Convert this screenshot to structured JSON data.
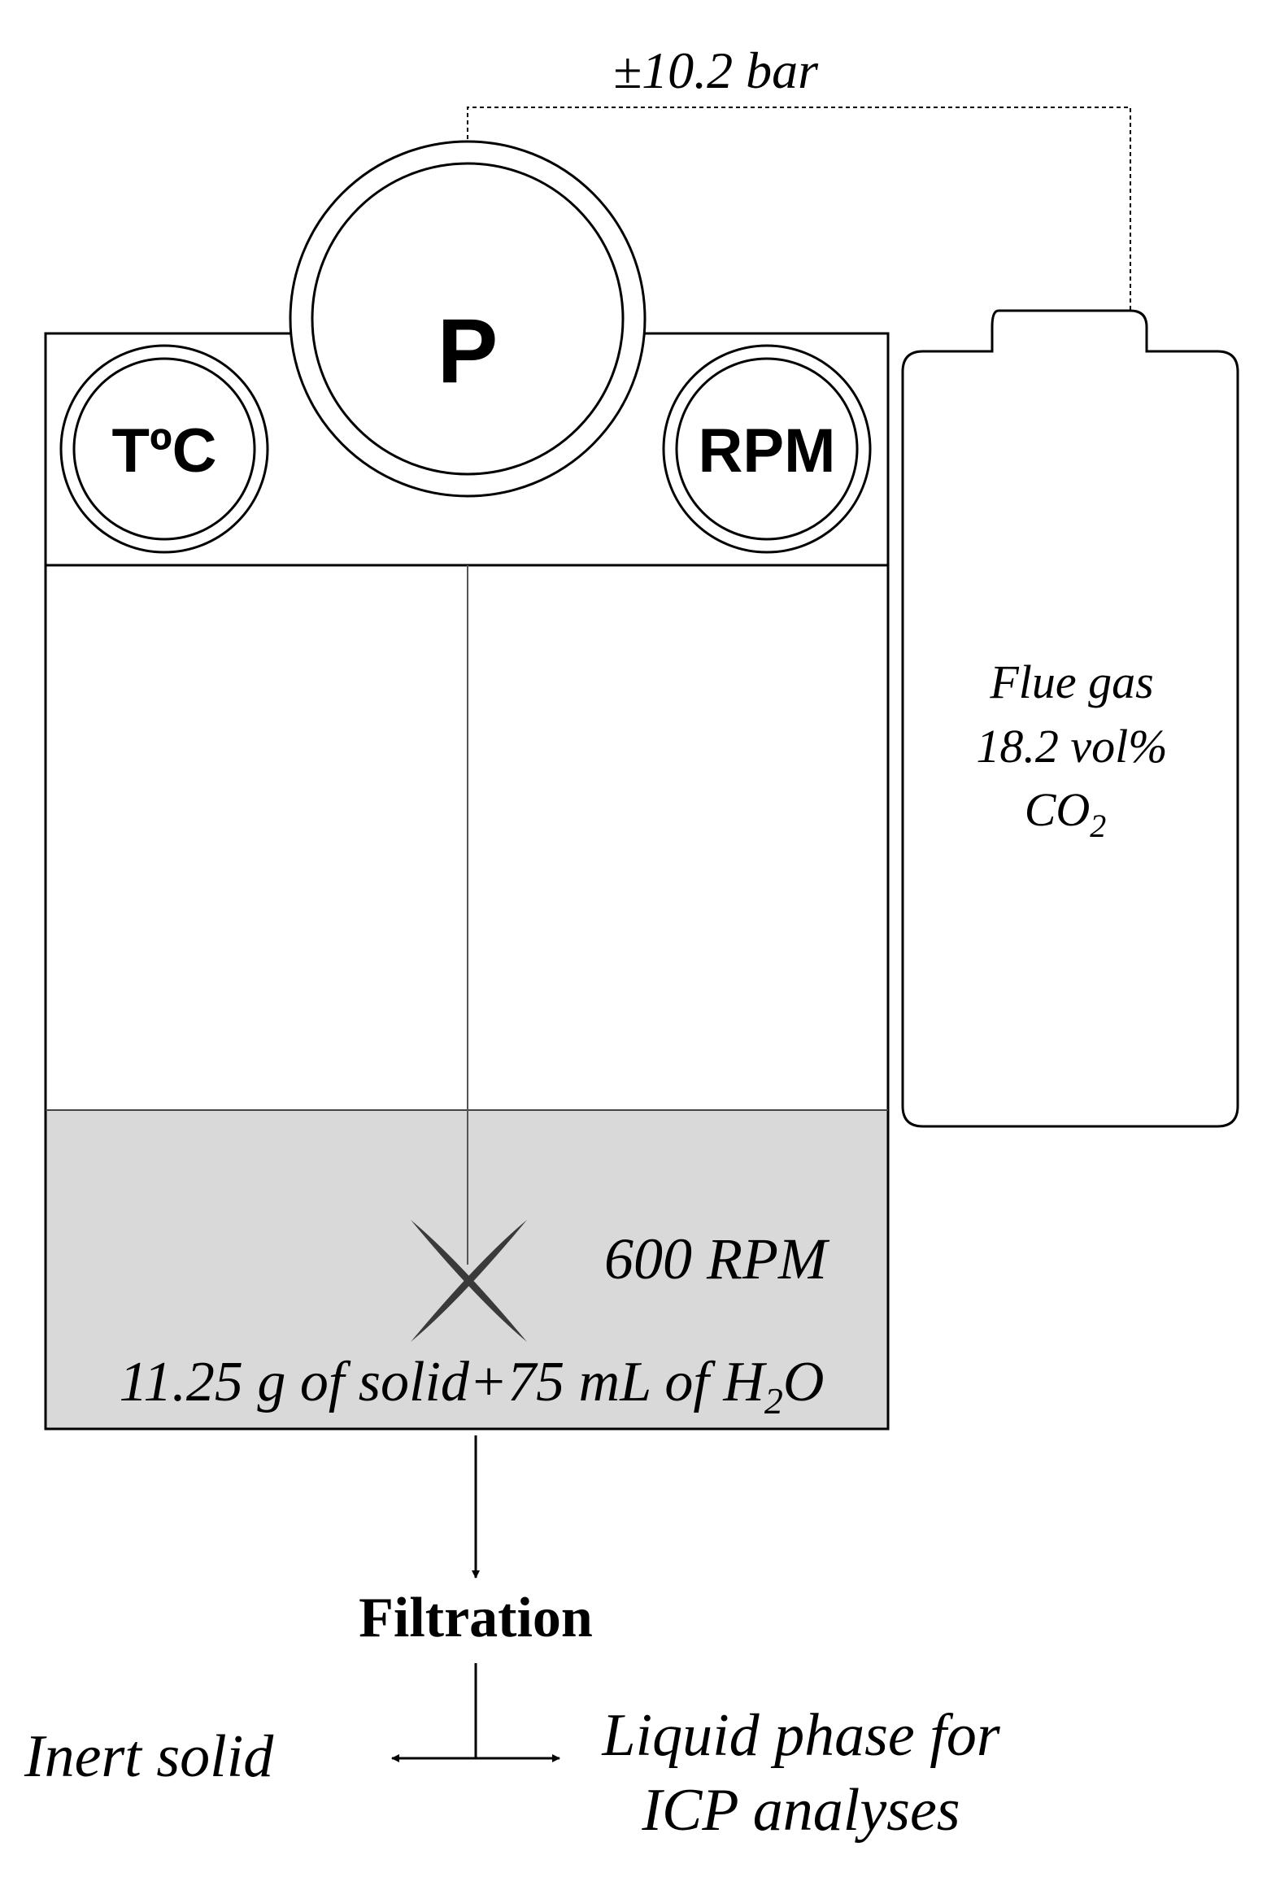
{
  "pressure_line": {
    "label": "±10.2 bar"
  },
  "gauges": {
    "pressure": "P",
    "temperature": "TºC",
    "speed": "RPM"
  },
  "cylinder": {
    "line1": "Flue gas",
    "line2": "18.2 vol%",
    "line3_main": "CO",
    "line3_sub": "2"
  },
  "reactor": {
    "fill_color": "#d9d9d9",
    "stirring_label": "600 RPM",
    "charge_main": "11.25 g of solid+75 mL of H",
    "charge_sub": "2",
    "charge_tail": "O"
  },
  "process": {
    "step": "Filtration",
    "left_output": "Inert solid",
    "right_output_line1": "Liquid phase for",
    "right_output_line2": "ICP analyses"
  }
}
